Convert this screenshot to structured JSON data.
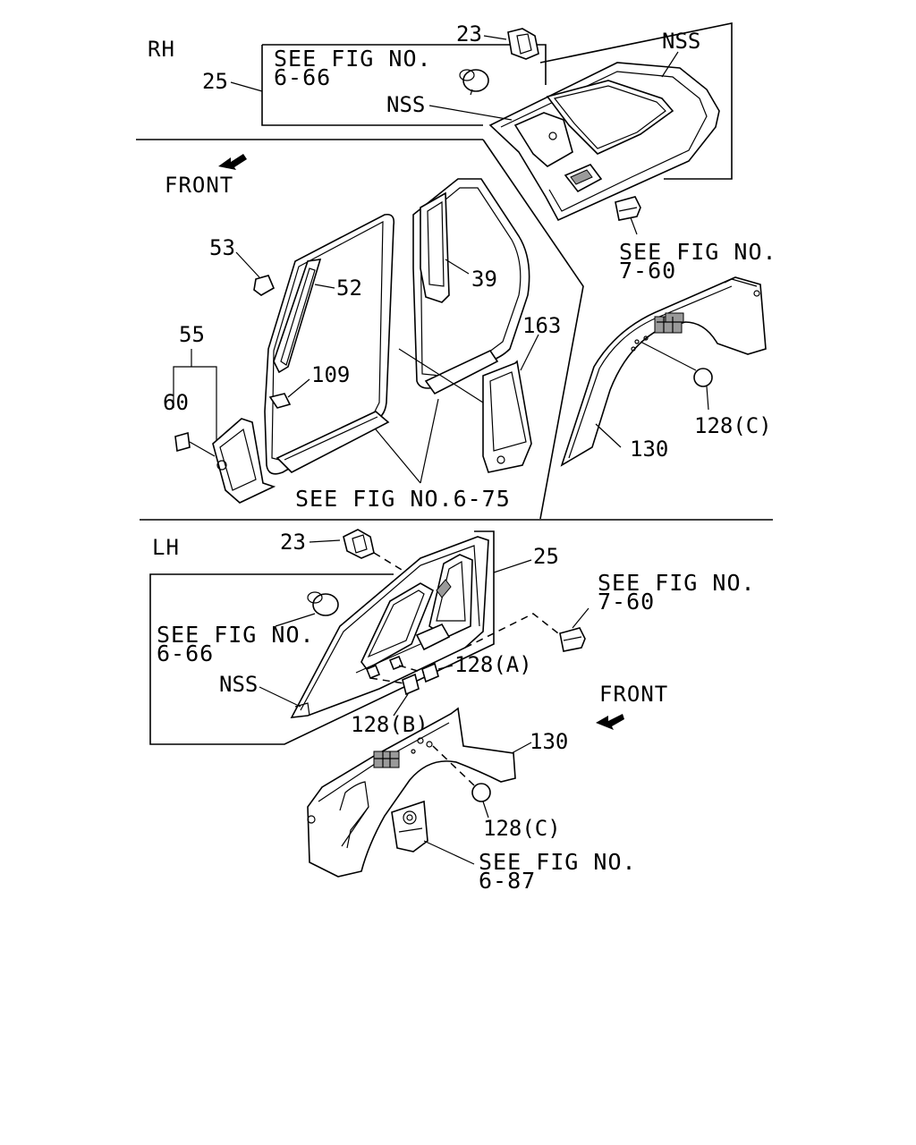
{
  "sections": {
    "rh": "RH",
    "lh": "LH"
  },
  "front_labels": {
    "rh": "FRONT",
    "lh": "FRONT"
  },
  "callouts": {
    "rh_23": "23",
    "rh_25": "25",
    "rh_nss_top": "NSS",
    "rh_nss_mid": "NSS",
    "rh_53": "53",
    "rh_52": "52",
    "rh_39": "39",
    "rh_55": "55",
    "rh_60": "60",
    "rh_109": "109",
    "rh_163": "163",
    "rh_128c": "128(C)",
    "rh_130": "130",
    "lh_23": "23",
    "lh_25": "25",
    "lh_nss": "NSS",
    "lh_128a": "128(A)",
    "lh_128b": "128(B)",
    "lh_130": "130",
    "lh_128c": "128(C)"
  },
  "references": {
    "rh_fig_6_66_l1": "SEE FIG NO.",
    "rh_fig_6_66_l2": "6-66",
    "rh_fig_7_60_l1": "SEE FIG NO.",
    "rh_fig_7_60_l2": "7-60",
    "rh_fig_6_75": "SEE FIG NO.6-75",
    "lh_fig_7_60_l1": "SEE FIG NO.",
    "lh_fig_7_60_l2": "7-60",
    "lh_fig_6_66_l1": "SEE FIG NO.",
    "lh_fig_6_66_l2": "6-66",
    "lh_fig_6_87_l1": "SEE FIG NO.",
    "lh_fig_6_87_l2": "6-87"
  }
}
